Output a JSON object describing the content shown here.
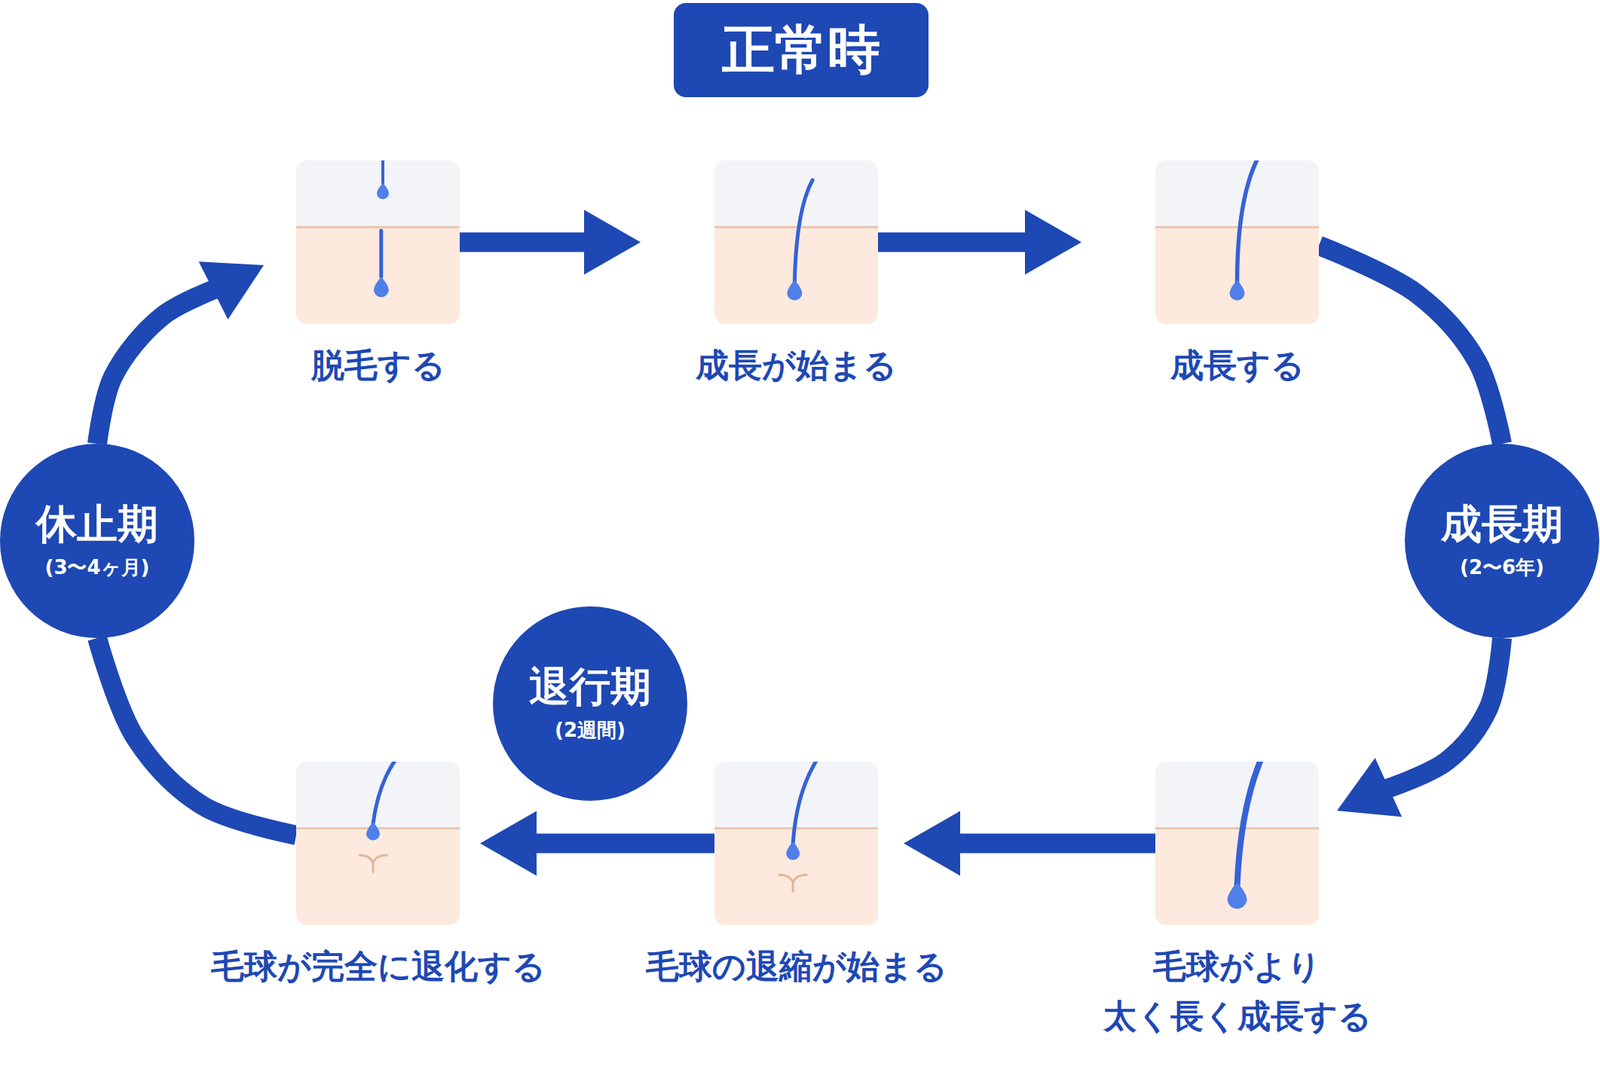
{
  "diagram": {
    "title": "正常時",
    "nodes": [
      {
        "text": [
          "脱毛する"
        ]
      },
      {
        "text": [
          "成長が始まる"
        ]
      },
      {
        "text": [
          "成長する"
        ]
      },
      {
        "text": [
          "休止期",
          "(3〜4ヶ月)"
        ]
      },
      {
        "text": [
          "成長期",
          "(2〜6年)"
        ]
      },
      {
        "text": [
          "退行期",
          "(2週間)"
        ]
      },
      {
        "text": [
          "毛球が完全に退化する"
        ]
      },
      {
        "text": [
          "毛球の退縮が始まる"
        ]
      },
      {
        "text": [
          "毛球がより 太く長く成長する"
        ]
      }
    ],
    "edges": [
      {
        "from": 0,
        "to": 1,
        "arrow": "to"
      },
      {
        "from": 1,
        "to": 2,
        "arrow": "to"
      },
      {
        "from": 2,
        "to": 4,
        "arrow": "none"
      },
      {
        "from": 4,
        "to": 8,
        "arrow": "to"
      },
      {
        "from": 8,
        "to": 7,
        "arrow": "to"
      },
      {
        "from": 7,
        "to": 6,
        "arrow": "to"
      },
      {
        "from": 6,
        "to": 3,
        "arrow": "none"
      },
      {
        "from": 3,
        "to": 0,
        "arrow": "to"
      }
    ]
  }
}
